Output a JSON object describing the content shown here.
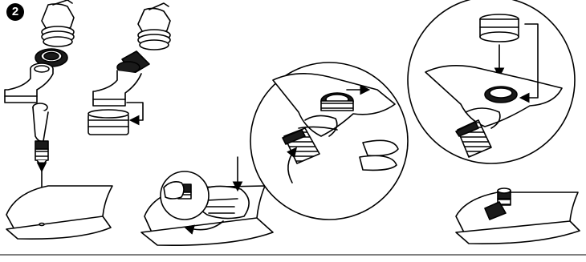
{
  "step": {
    "number": "2"
  },
  "colors": {
    "ink": "#000000",
    "paper": "#ffffff",
    "badge": "#000000",
    "shade": "#1a1a1a"
  },
  "panels": [
    {
      "name": "exploded-view",
      "description_icon": "adapter-parts-exploded-icon"
    },
    {
      "name": "assembled-view",
      "description_icon": "adapter-assembly-icon"
    },
    {
      "name": "insert-into-bag",
      "description_icon": "bag-spout-insert-icon"
    },
    {
      "name": "press-flat",
      "description_icon": "hand-press-icon"
    },
    {
      "name": "twist-nut-detail",
      "description_icon": "twist-nut-icon"
    },
    {
      "name": "attach-coupling-detail",
      "description_icon": "coupling-attach-icon"
    },
    {
      "name": "finished-bag",
      "description_icon": "finished-bag-icon"
    }
  ]
}
